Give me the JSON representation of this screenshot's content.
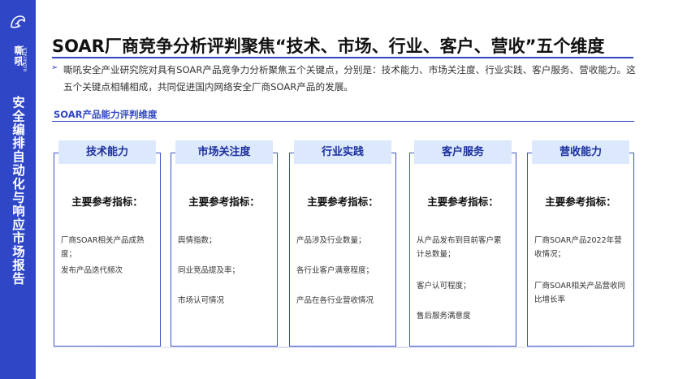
{
  "sidebar": {
    "logo_cn": "嘶吼",
    "logo_en": "ROARTALK",
    "title": "安全编排自动化与响应市场报告"
  },
  "header": {
    "title": "SOAR厂商竞争分析评判聚焦“技术、市场、行业、客户、营收”五个维度"
  },
  "intro": {
    "bullet": "➢",
    "text": "嘶吼安全产业研究院对具有SOAR产品竞争力分析聚焦五个关键点，分别是：技术能力、市场关注度、行业实践、客户服务、营收能力。这五个关键点相辅相成，共同促进国内网络安全厂商SOAR产品的发展。"
  },
  "section": {
    "title": "SOAR产品能力评判维度"
  },
  "cards": [
    {
      "title": "技术能力",
      "ref_label": "主要参考指标：",
      "items": [
        "厂商SOAR相关产品成熟度；",
        "发布产品迭代频次"
      ]
    },
    {
      "title": "市场关注度",
      "ref_label": "主要参考指标：",
      "items": [
        "舆情指数；",
        "同业竞品提及率；",
        "市场认可情况"
      ]
    },
    {
      "title": "行业实践",
      "ref_label": "主要参考指标：",
      "items": [
        "产品涉及行业数量；",
        "各行业客户满意程度；",
        "产品在各行业营收情况"
      ]
    },
    {
      "title": "客户服务",
      "ref_label": "主要参考指标：",
      "items": [
        "从产品发布到目前客户累计总数量；",
        "客户认可程度；",
        "售后服务满意度"
      ]
    },
    {
      "title": "营收能力",
      "ref_label": "主要参考指标：",
      "items": [
        "厂商SOAR产品2022年营收情况；",
        "厂商SOAR相关产品营收同比增长率"
      ]
    }
  ],
  "colors": {
    "sidebar": "#2f46c6",
    "accent": "#2f46c6",
    "card_header_bg": "#dce8fb"
  }
}
